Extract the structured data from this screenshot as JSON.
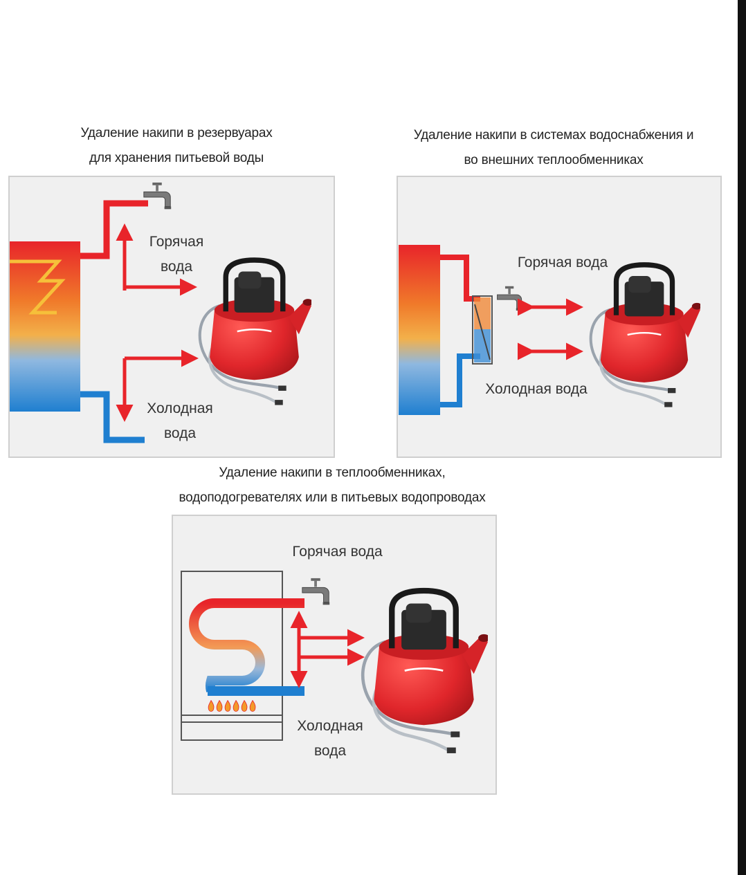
{
  "diagrams": [
    {
      "title_line1": "Удаление накипи в резервуарах",
      "title_line2": "для хранения питьевой воды",
      "hot_line1": "Горячая",
      "hot_line2": "вода",
      "cold_line1": "Холодная",
      "cold_line2": "вода"
    },
    {
      "title_line1": "Удаление накипи в системах водоснабжения и",
      "title_line2": "во внешних теплообменниках",
      "hot": "Горячая вода",
      "cold": "Холодная вода"
    },
    {
      "title_line1": "Удаление накипи в теплообменниках,",
      "title_line2": "водоподогревателях или в питьевых водопроводах",
      "hot": "Горячая вода",
      "cold_line1": "Холодная",
      "cold_line2": "вода"
    }
  ],
  "colors": {
    "hot": "#e8242a",
    "cold": "#1f7fd0",
    "panel": "#f0f0f0",
    "pump_red": "#e0262b",
    "pump_black": "#1e1e1e"
  },
  "icons": [
    "tap-icon",
    "pump-icon",
    "flame-icon",
    "heat-exchanger-icon"
  ]
}
